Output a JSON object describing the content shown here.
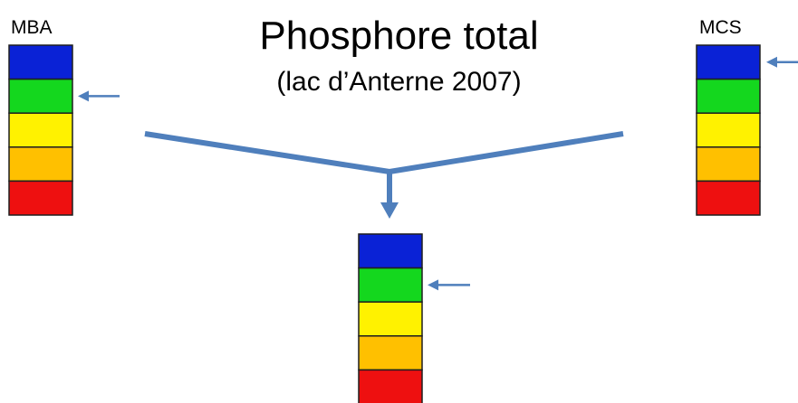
{
  "title": "Phosphore total",
  "subtitle": "(lac d’Anterne 2007)",
  "scales": [
    {
      "id": "left",
      "label": "MBA",
      "indicated_class": 2
    },
    {
      "id": "right",
      "label": "MCS",
      "indicated_class": 1
    },
    {
      "id": "bottom",
      "label": "",
      "indicated_class": 2
    }
  ],
  "class_colors": [
    "#0a22d6",
    "#14d71e",
    "#fff200",
    "#ffc000",
    "#ee1010"
  ],
  "arrow_color": "#4f7fbc",
  "border_color": "#1f1f1f"
}
